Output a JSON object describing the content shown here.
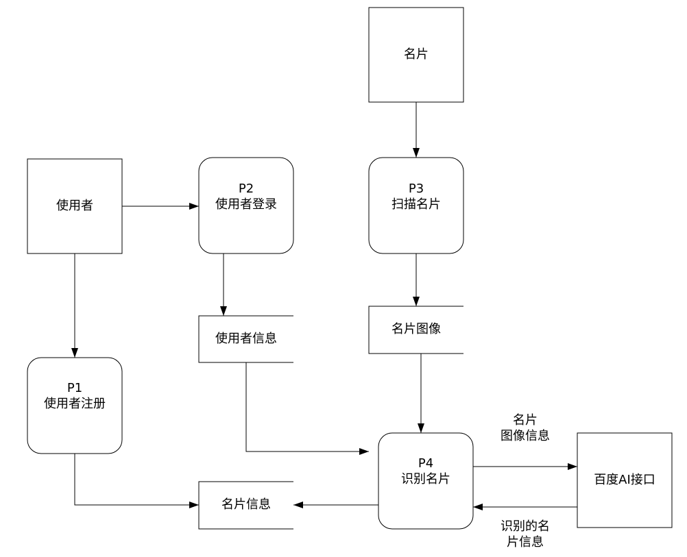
{
  "external_entities": {
    "user": "使用者",
    "card": "名片",
    "baidu_ai": "百度AI接口"
  },
  "processes": {
    "p1": {
      "id": "P1",
      "name": "使用者注册"
    },
    "p2": {
      "id": "P2",
      "name": "使用者登录"
    },
    "p3": {
      "id": "P3",
      "name": "扫描名片"
    },
    "p4": {
      "id": "P4",
      "name": "识别名片"
    }
  },
  "data_stores": {
    "user_info": "使用者信息",
    "card_image": "名片图像",
    "card_info": "名片信息"
  },
  "flow_labels": {
    "to_ai_line1": "名片",
    "to_ai_line2": "图像信息",
    "from_ai_line1": "识别的名",
    "from_ai_line2": "片信息"
  }
}
